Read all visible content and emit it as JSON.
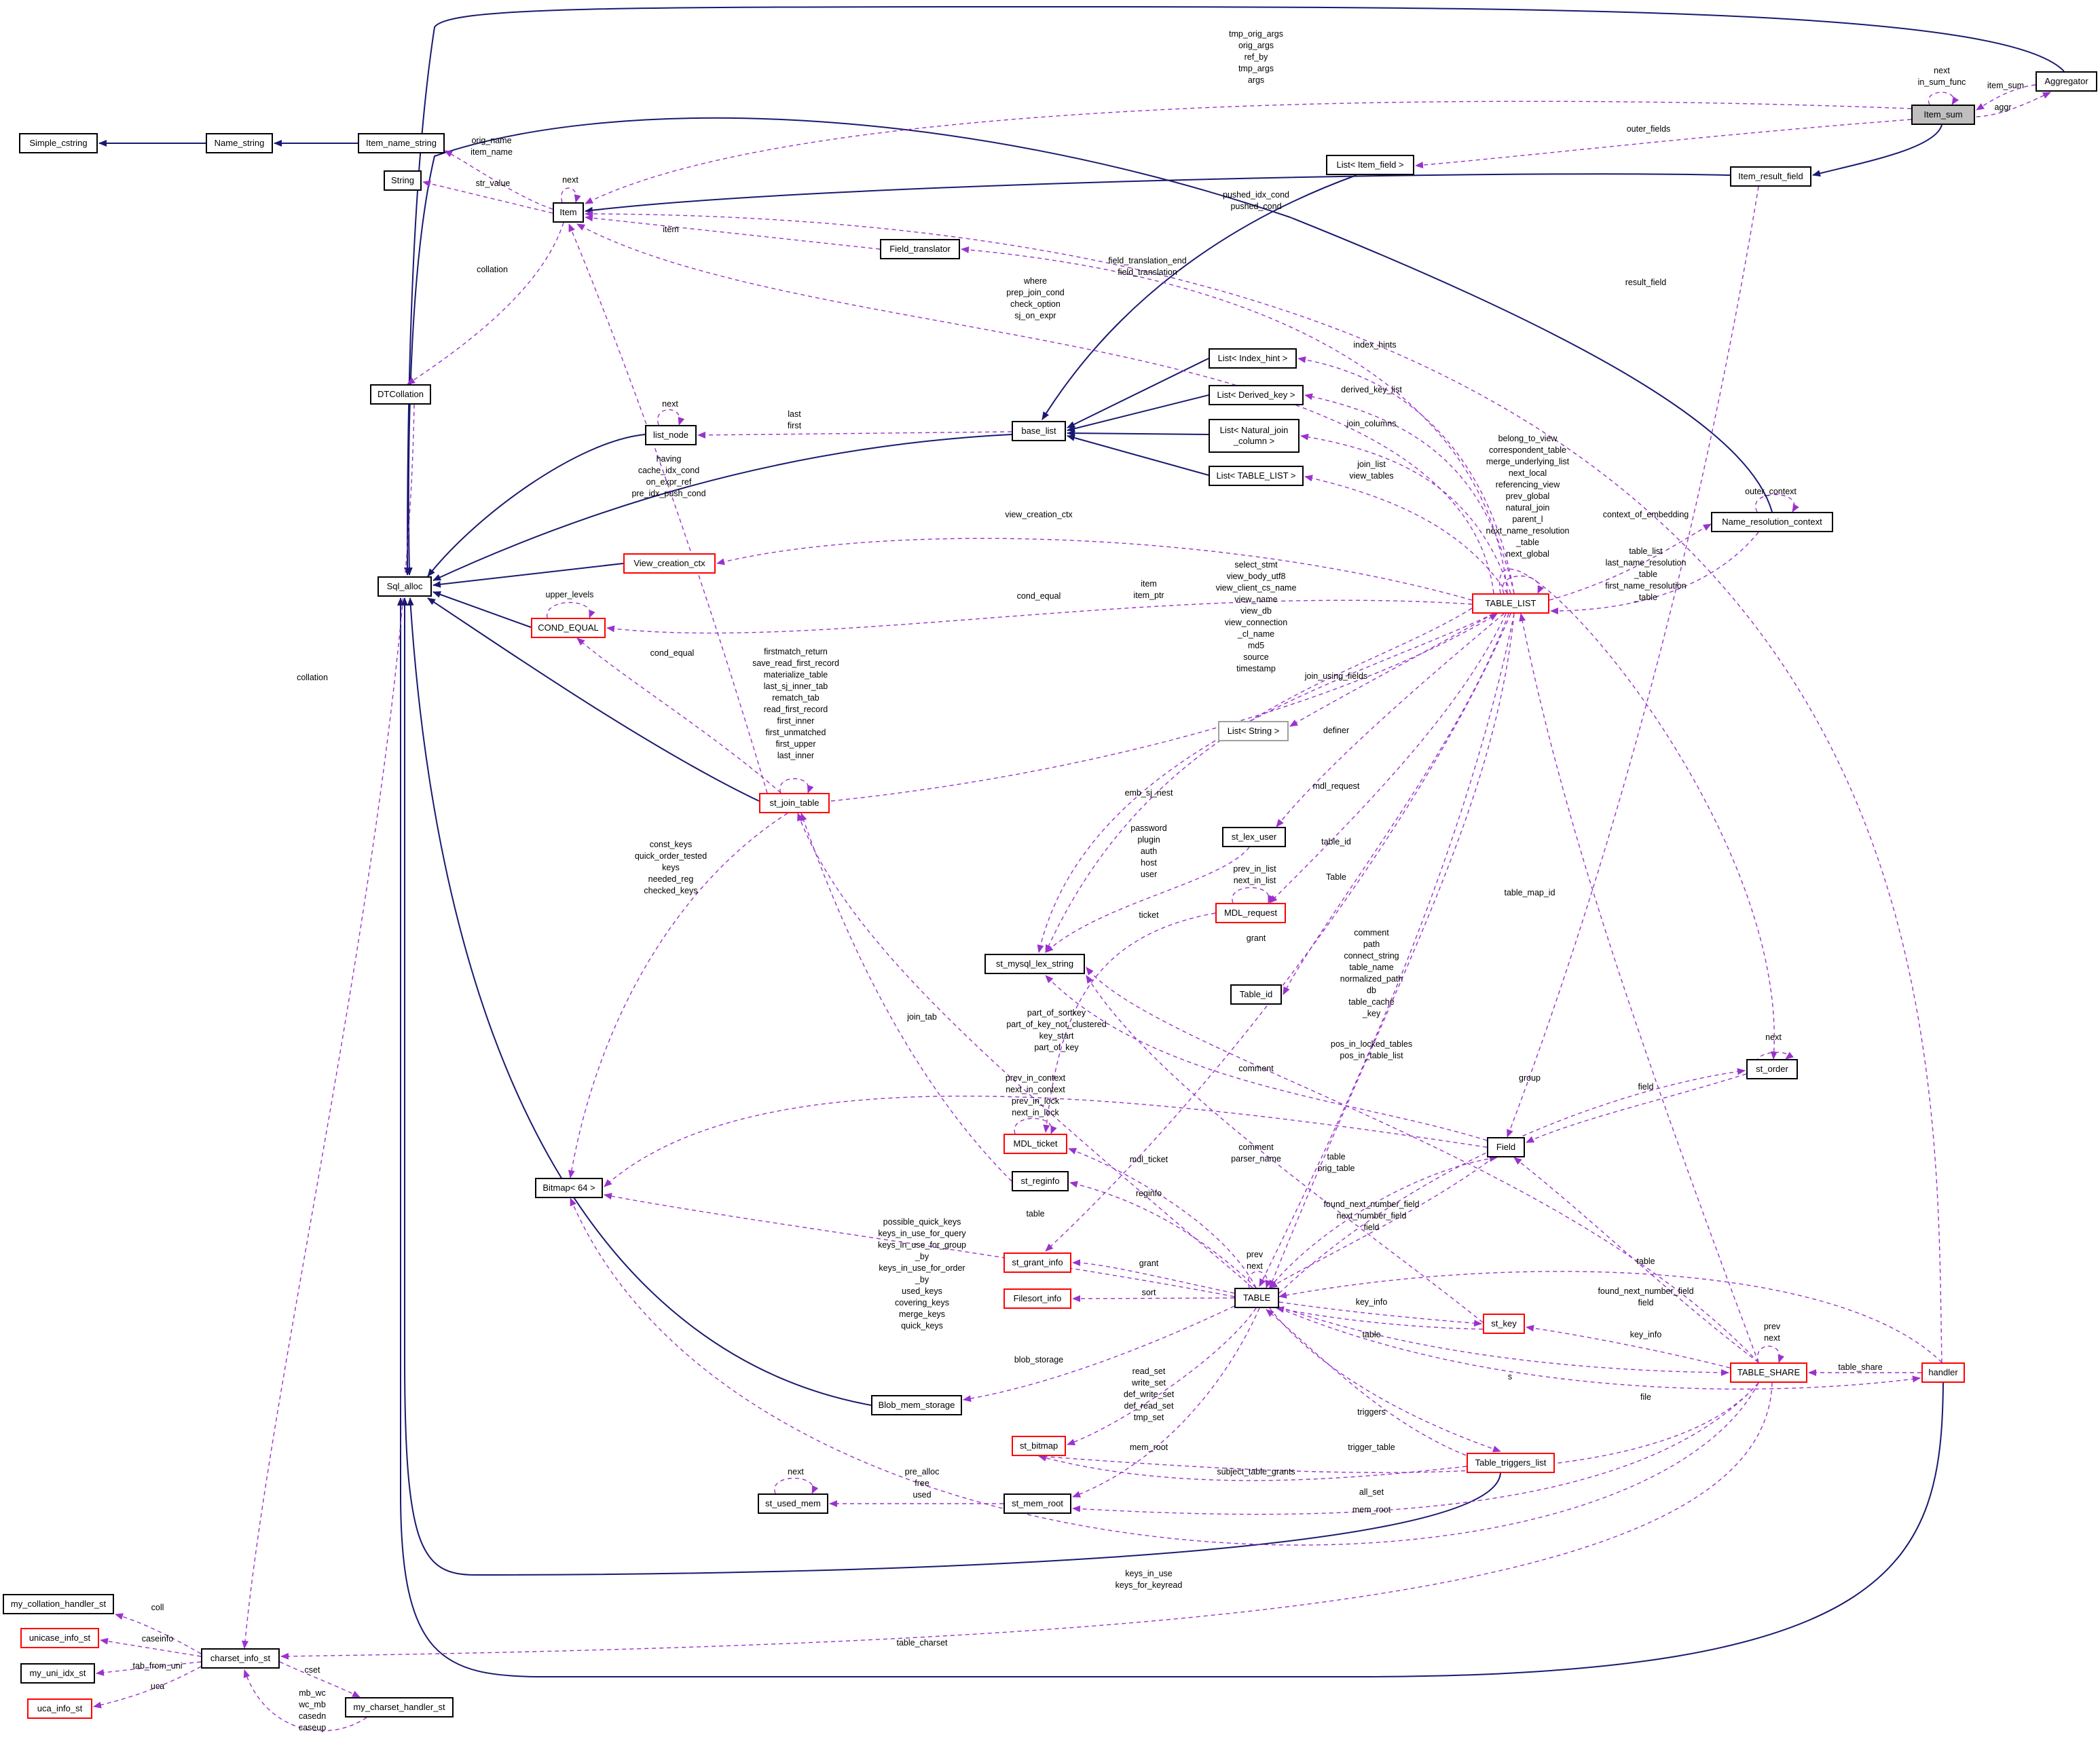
{
  "colors": {
    "inherit": "#191970",
    "usage": "#9a32cd",
    "box": "#000000",
    "box_red": "#ff0000",
    "box_grey": "#a0a0a0",
    "focus_fill": "#bfbfbf"
  },
  "nodes": {
    "item_sum": "Item_sum",
    "aggregator": "Aggregator",
    "item_result_field": "Item_result_field",
    "simple_cstring": "Simple_cstring",
    "name_string": "Name_string",
    "item_name_string": "Item_name_string",
    "string": "String",
    "item": "Item",
    "list_item_field": "List< Item_field >",
    "field_translator": "Field_translator",
    "dtcollation": "DTCollation",
    "list_node": "list_node",
    "base_list": "base_list",
    "list_index_hint": "List< Index_hint >",
    "list_derived_key": "List< Derived_key >",
    "list_natural_join": "List< Natural_join\n_column >",
    "list_table_list": "List< TABLE_LIST >",
    "name_resolution_context": "Name_resolution_context",
    "sql_alloc": "Sql_alloc",
    "view_creation_ctx": "View_creation_ctx",
    "cond_equal": "COND_EQUAL",
    "table_list": "TABLE_LIST",
    "list_string": "List< String >",
    "st_join_table": "st_join_table",
    "st_lex_user": "st_lex_user",
    "mdl_request": "MDL_request",
    "st_mysql_lex_string": "st_mysql_lex_string",
    "table_id": "Table_id",
    "st_order": "st_order",
    "bitmap64": "Bitmap< 64 >",
    "mdl_ticket": "MDL_ticket",
    "field": "Field",
    "st_reginfo": "st_reginfo",
    "st_grant_info": "st_grant_info",
    "filesort_info": "Filesort_info",
    "table": "TABLE",
    "st_key": "st_key",
    "table_share": "TABLE_SHARE",
    "handler": "handler",
    "blob_mem_storage": "Blob_mem_storage",
    "st_bitmap": "st_bitmap",
    "table_triggers_list": "Table_triggers_list",
    "st_used_mem": "st_used_mem",
    "st_mem_root": "st_mem_root",
    "my_collation_handler_st": "my_collation_handler_st",
    "unicase_info_st": "unicase_info_st",
    "my_uni_idx_st": "my_uni_idx_st",
    "uca_info_st": "uca_info_st",
    "charset_info_st": "charset_info_st",
    "my_charset_handler_st": "my_charset_handler_st"
  },
  "labels": {
    "item_args": "tmp_orig_args\norig_args\nref_by\ntmp_args\nargs",
    "in_sum_func": "next\nin_sum_func",
    "item_sum_agg": "item_sum",
    "aggr": "aggr",
    "outer_fields": "outer_fields",
    "orig_name": "orig_name\nitem_name",
    "str_value": "str_value",
    "item_next": "next",
    "pushed_idx_cond": "pushed_idx_cond\npushed_cond",
    "ft_item": "item",
    "collation_item": "collation",
    "field_translation": "field_translation_end\nfield_translation",
    "where_cond": "where\nprep_join_cond\ncheck_option\nsj_on_expr",
    "result_field": "result_field",
    "index_hints": "index_hints",
    "derived_key_list": "derived_key_list",
    "list_node_next": "next",
    "last_first": "last\nfirst",
    "join_columns": "join_columns",
    "having": "having\ncache_idx_cond\non_expr_ref\npre_idx_push_cond",
    "belong_to_view": "belong_to_view\ncorrespondent_table\nmerge_underlying_list\nnext_local\nreferencing_view\nprev_global\nnatural_join\nparent_l\nnext_name_resolution\n_table\nnext_global",
    "join_list": "join_list\nview_tables",
    "outer_context": "outer_context",
    "view_creation_ctx": "view_creation_ctx",
    "context_of_embedding": "context_of_embedding",
    "upper_levels": "upper_levels",
    "item_ptr": "item\nitem_ptr",
    "cond_equal_a": "cond_equal",
    "view_strings": "select_stmt\nview_body_utf8\nview_client_cs_name\nview_name\nview_db\nview_connection\n_cl_name\nmd5\nsource\ntimestamp",
    "table_list_nr": "table_list\nlast_name_resolution\n_table\nfirst_name_resolution\n_table",
    "cond_equal_b": "cond_equal",
    "firstmatch": "firstmatch_return\nsave_read_first_record\nmaterialize_table\nlast_sj_inner_tab\nrematch_tab\nread_first_record\nfirst_inner\nfirst_unmatched\nfirst_upper\nlast_inner",
    "join_using_fields": "join_using_fields",
    "collation_dt": "collation",
    "definer": "definer",
    "emb_sj_nest": "emb_sj_nest",
    "mdl_request_l": "mdl_request",
    "const_keys": "const_keys\nquick_order_tested\nkeys\nneeded_reg\nchecked_keys",
    "password": "password\nplugin\nauth\nhost\nuser",
    "prev_in_list": "prev_in_list\nnext_in_list",
    "table_id_l": "table_id",
    "table_map_id": "table_map_id",
    "table_l": "Table",
    "ticket": "ticket",
    "grant": "grant",
    "comment_path": "comment\npath\nconnect_string\ntable_name\nnormalized_path\ndb\ntable_cache\n_key",
    "join_tab": "join_tab",
    "part_of_sortkey": "part_of_sortkey\npart_of_key_not_clustered\nkey_start\npart_of_key",
    "st_order_next": "next",
    "pos_in_locked": "pos_in_locked_tables\npos_in_table_list",
    "comment_f": "comment",
    "group": "group",
    "field_o": "field",
    "prev_in_context": "prev_in_context\nnext_in_context\nprev_in_lock\nnext_in_lock",
    "comment_parser": "comment\nparser_name",
    "mdl_ticket_l": "mdl_ticket",
    "table_orig": "table\norig_table",
    "reginfo": "reginfo",
    "found_next": "found_next_number_field\nnext_number_field\nfield",
    "table_t": "table",
    "possible_quick_keys": "possible_quick_keys\nkeys_in_use_for_query\nkeys_in_use_for_group\n_by\nkeys_in_use_for_order\n_by\nused_keys\ncovering_keys\nmerge_keys\nquick_keys",
    "prev_next_t": "prev\nnext",
    "grant_l": "grant",
    "table_h": "table",
    "found_next_share": "found_next_number_field\nfield",
    "sort": "sort",
    "prev_next_s": "prev\nnext",
    "key_info_t": "key_info",
    "table_k": "table",
    "key_info_s": "key_info",
    "table_share_h": "table_share",
    "s": "s",
    "blob_storage": "blob_storage",
    "file": "file",
    "read_set": "read_set\nwrite_set\ndef_write_set\ndef_read_set\ntmp_set",
    "triggers": "triggers",
    "mem_root_t": "mem_root",
    "trigger_table": "trigger_table",
    "used_mem_next": "next",
    "pre_alloc": "pre_alloc\nfree\nused",
    "subject_table_grants": "subject_table_grants",
    "all_set": "all_set",
    "mem_root_s": "mem_root",
    "keys_in_use": "keys_in_use\nkeys_for_keyread",
    "coll": "coll",
    "caseinfo": "caseinfo",
    "table_charset": "table_charset",
    "tab_from_uni": "tab_from_uni",
    "cset": "cset",
    "uca": "uca",
    "mb_wc": "mb_wc\nwc_mb\ncasedn\ncaseup"
  }
}
